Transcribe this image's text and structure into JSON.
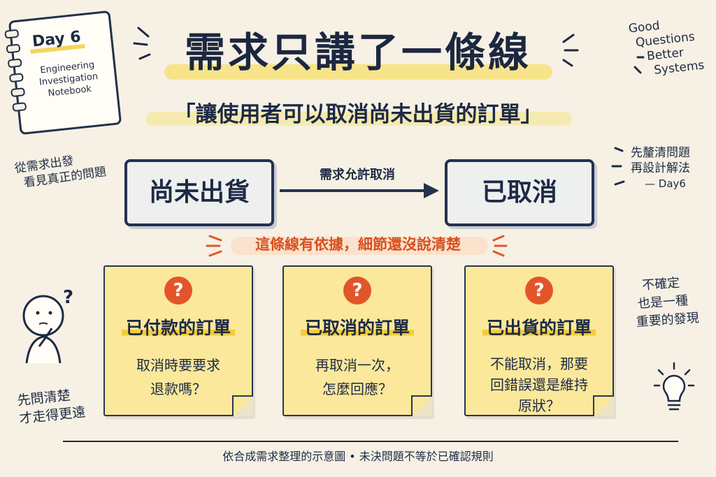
{
  "title": "需求只講了一條線",
  "subtitle": "「讓使用者可以取消尚未出貨的訂單」",
  "notebook": {
    "day": "Day 6",
    "lines": [
      "Engineering",
      "Investigation",
      "Notebook"
    ]
  },
  "top_right_note": [
    "Good",
    "Questions",
    "Better",
    "Systems"
  ],
  "left_note": [
    "從需求出發",
    "看見真正的問題"
  ],
  "right_note": [
    "先釐清問題",
    "再設計解法",
    "— Day6"
  ],
  "flow": {
    "from_state": "尚未出貨",
    "arrow_label": "需求允許取消",
    "to_state": "已取消"
  },
  "warning": "這條線有依據，細節還沒說清楚",
  "cards": [
    {
      "icon": "?",
      "title": "已付款的訂單",
      "body": [
        "取消時要要求",
        "退款嗎？"
      ]
    },
    {
      "icon": "?",
      "title": "已取消的訂單",
      "body": [
        "再取消一次，",
        "怎麼回應？"
      ]
    },
    {
      "icon": "?",
      "title": "已出貨的訂單",
      "body": [
        "不能取消，那要",
        "回錯誤還是維持",
        "原狀？"
      ]
    }
  ],
  "bottom_left_note": [
    "先問清楚",
    "才走得更遠"
  ],
  "right_mid_note": [
    "不確定",
    "也是一種",
    "重要的發現"
  ],
  "footer": "依合成需求整理的示意圖 • 未決問題不等於已確認規則",
  "colors": {
    "accent_red": "#e2552a",
    "highlight": "#f7e27a",
    "ink": "#1e2a44"
  }
}
